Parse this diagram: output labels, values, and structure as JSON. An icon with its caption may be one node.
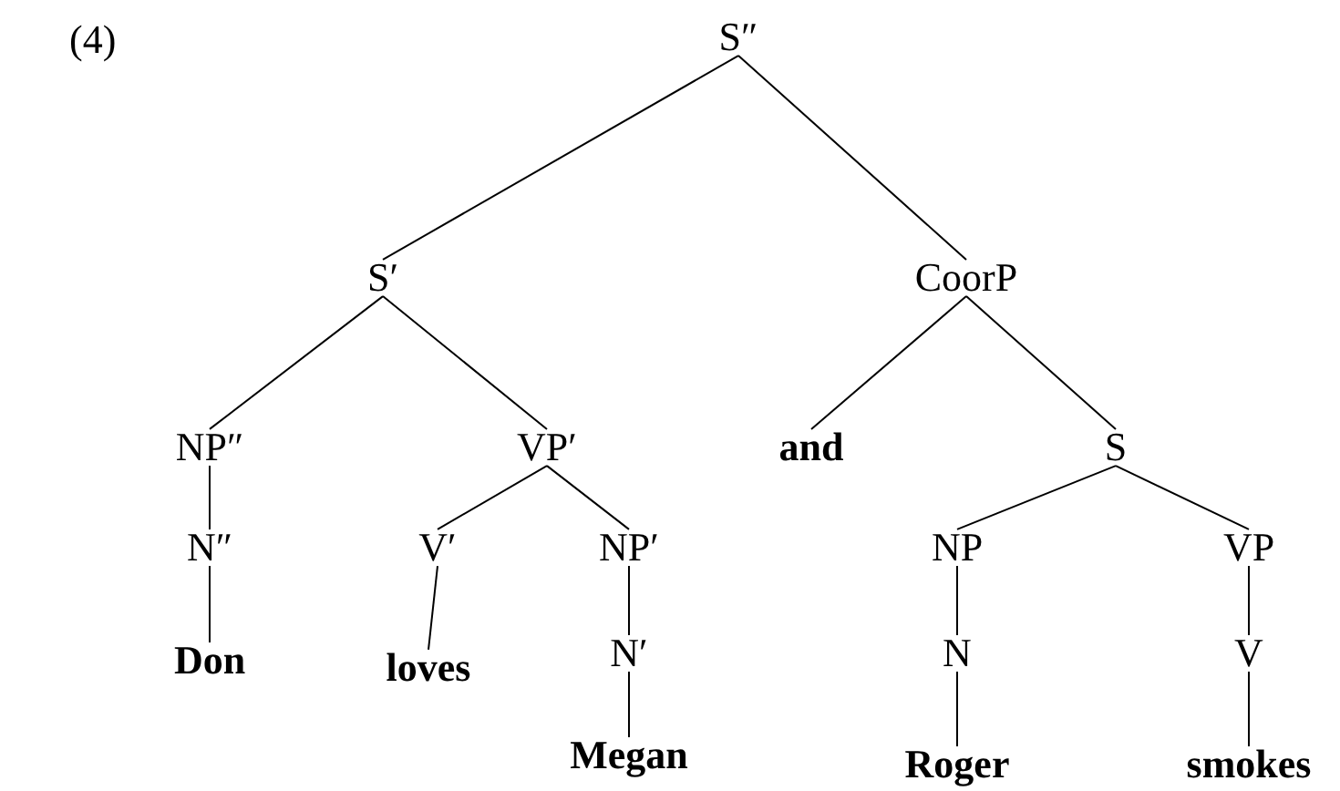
{
  "diagram": {
    "nodes": [
      {
        "text": [
          "S″"
        ]
      },
      {
        "text": [
          "S′"
        ]
      },
      {
        "text": [
          "CoorP"
        ]
      },
      {
        "text": [
          "NP″"
        ]
      },
      {
        "text": [
          "VP′"
        ]
      },
      {
        "text": [
          "and"
        ]
      },
      {
        "text": [
          "S"
        ]
      },
      {
        "text": [
          "N″"
        ]
      },
      {
        "text": [
          "V′"
        ]
      },
      {
        "text": [
          "NP′"
        ]
      },
      {
        "text": [
          "NP"
        ]
      },
      {
        "text": [
          "VP"
        ]
      },
      {
        "text": [
          "Don"
        ]
      },
      {
        "text": [
          "loves"
        ]
      },
      {
        "text": [
          "N′"
        ]
      },
      {
        "text": [
          "N"
        ]
      },
      {
        "text": [
          "V"
        ]
      },
      {
        "text": [
          "Megan"
        ]
      },
      {
        "text": [
          "Roger"
        ]
      },
      {
        "text": [
          "smokes"
        ]
      }
    ],
    "edges": [
      {
        "from": 0,
        "to": 1,
        "arrow": "none"
      },
      {
        "from": 0,
        "to": 2,
        "arrow": "none"
      },
      {
        "from": 1,
        "to": 3,
        "arrow": "none"
      },
      {
        "from": 1,
        "to": 4,
        "arrow": "none"
      },
      {
        "from": 2,
        "to": 5,
        "arrow": "none"
      },
      {
        "from": 2,
        "to": 6,
        "arrow": "none"
      },
      {
        "from": 3,
        "to": 7,
        "arrow": "none"
      },
      {
        "from": 4,
        "to": 8,
        "arrow": "none"
      },
      {
        "from": 4,
        "to": 9,
        "arrow": "none"
      },
      {
        "from": 6,
        "to": 10,
        "arrow": "none"
      },
      {
        "from": 6,
        "to": 11,
        "arrow": "none"
      },
      {
        "from": 7,
        "to": 12,
        "arrow": "none"
      },
      {
        "from": 8,
        "to": 13,
        "arrow": "none"
      },
      {
        "from": 9,
        "to": 14,
        "arrow": "none"
      },
      {
        "from": 10,
        "to": 15,
        "arrow": "none"
      },
      {
        "from": 11,
        "to": 16,
        "arrow": "none"
      },
      {
        "from": 14,
        "to": 17,
        "arrow": "none"
      },
      {
        "from": 15,
        "to": 18,
        "arrow": "none"
      },
      {
        "from": 16,
        "to": 19,
        "arrow": "none"
      }
    ],
    "labels": [
      "(4)"
    ]
  }
}
